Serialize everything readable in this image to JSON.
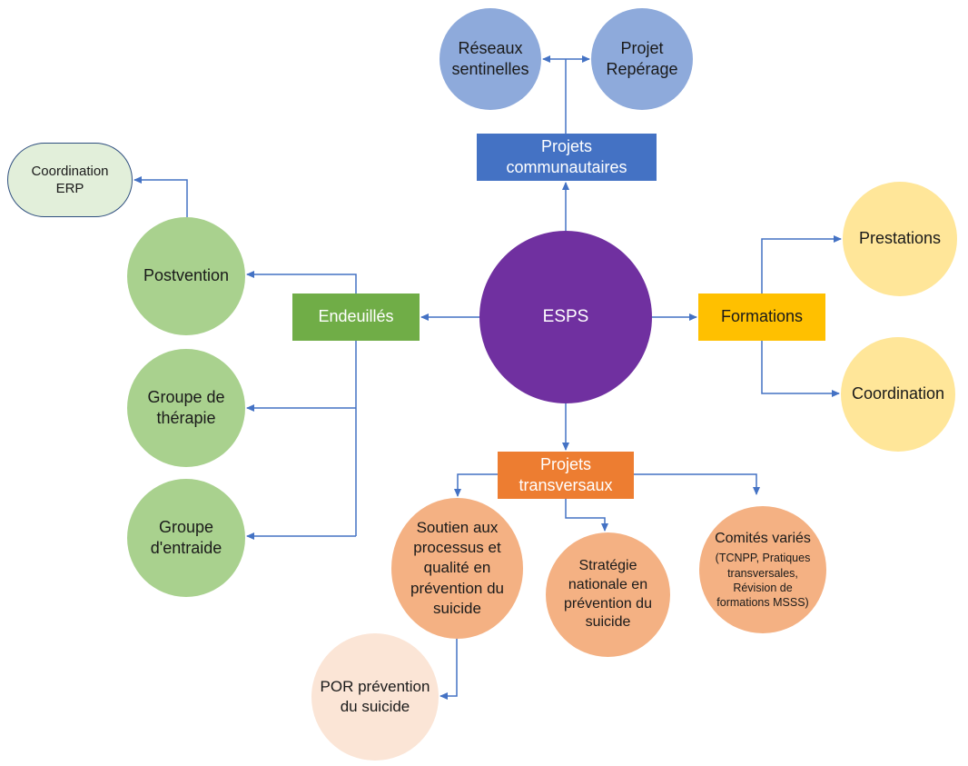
{
  "diagram": {
    "center": "ESPS",
    "projets_communautaires": {
      "label": "Projets\ncommunautaires",
      "children": [
        "Réseaux\nsentinelles",
        "Projet\nRepérage"
      ]
    },
    "formations": {
      "label": "Formations",
      "children": [
        "Prestations",
        "Coordination"
      ]
    },
    "endeuilles": {
      "label": "Endeuillés",
      "children": [
        "Postvention",
        "Groupe de\nthérapie",
        "Groupe\nd'entraide"
      ],
      "postvention_child": "Coordination\nERP"
    },
    "projets_transversaux": {
      "label": "Projets\ntransversaux",
      "soutien": "Soutien aux\nprocessus et\nqualité en\nprévention du\nsuicide",
      "strategie": "Stratégie\nnationale en\nprévention du\nsuicide",
      "comites_title": "Comités variés",
      "comites_detail": "(TCNPP, Pratiques\ntransversales,\nRévision de\nformations MSSS)",
      "soutien_child": "POR prévention\ndu suicide"
    }
  },
  "colors": {
    "center": "#7030a0",
    "communautaires": "#4472c4",
    "communautaires_children": "#8eaadb",
    "formations": "#ffc000",
    "formations_children": "#ffe699",
    "endeuilles": "#70ad47",
    "endeuilles_children": "#a9d18e",
    "erp": "#e2efda",
    "transversaux": "#ed7d31",
    "transversaux_children": "#f4b183",
    "por": "#fbe5d6",
    "connector": "#4472c4"
  }
}
